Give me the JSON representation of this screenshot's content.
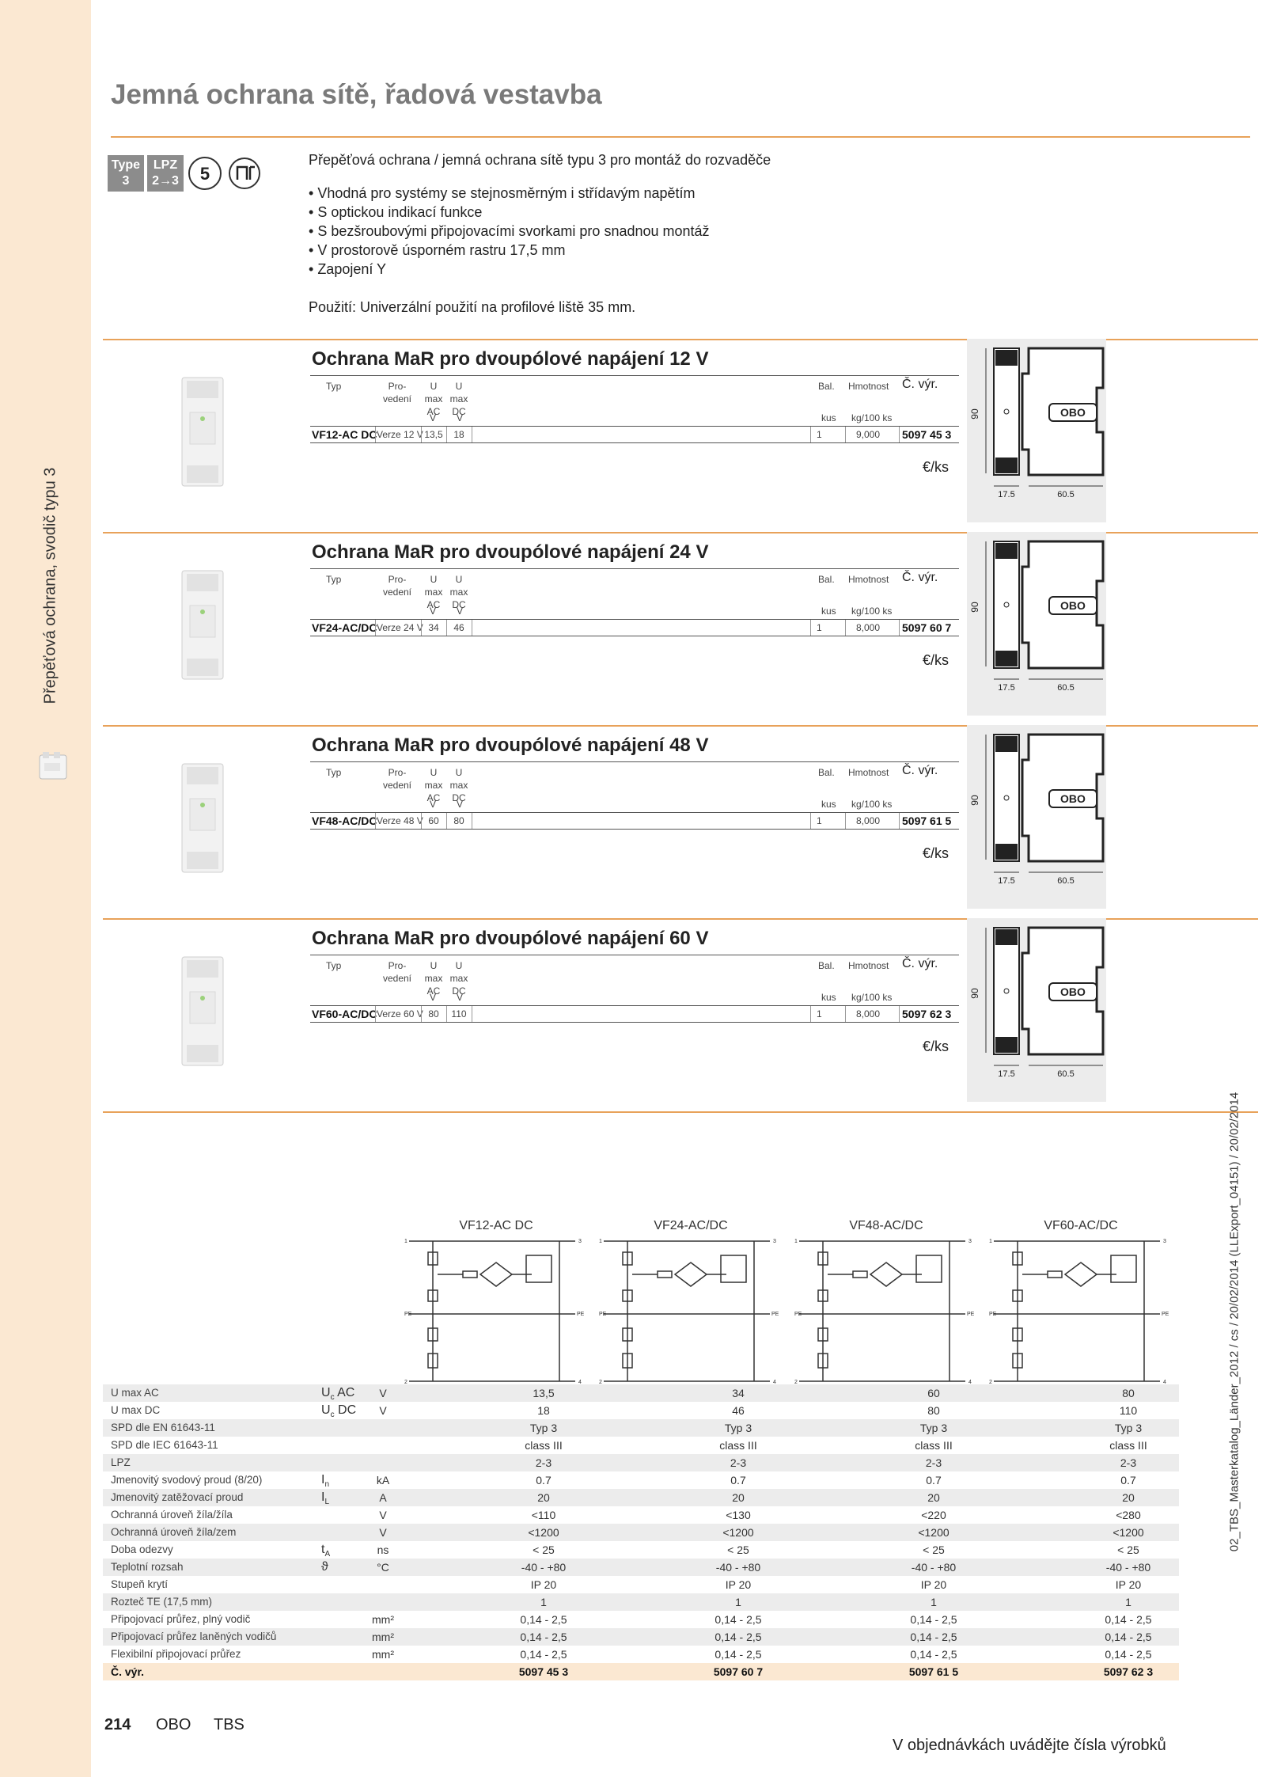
{
  "page": {
    "title": "Jemná ochrana sítě, řadová vestavba",
    "sidebar_text": "Přepěťová ochrana, svodič typu 3",
    "accent_color": "#e8a25a",
    "sidebar_color": "#fbe8d2"
  },
  "badges": {
    "type_label": "Type",
    "type_value": "3",
    "lpz_label": "LPZ",
    "lpz_value": "2→3"
  },
  "intro": {
    "headline": "Přepěťová ochrana / jemná ochrana sítě typu 3 pro montáž do rozvaděče",
    "bullets": [
      "Vhodná pro systémy se stejnosměrným i střídavým napětím",
      "S optickou indikací funkce",
      "S bezšroubovými připojovacími svorkami pro snadnou montáž",
      "V prostorově úsporném rastru 17,5 mm",
      "Zapojení Y"
    ],
    "usage": "Použití: Univerzální použití na profilové liště 35 mm."
  },
  "table_headers": {
    "typ": "Typ",
    "provedeni_1": "Pro-",
    "provedeni_2": "vedení",
    "umax_ac_1": "U max",
    "umax_ac_2": "AC",
    "umax_dc_1": "U max",
    "umax_dc_2": "DC",
    "bal": "Bal.",
    "hmotnost": "Hmotnost",
    "cislo_vyr": "Č. výr.",
    "unit_v1": "V",
    "unit_v2": "V",
    "unit_kus": "kus",
    "unit_kg": "kg/100 ks",
    "price_unit": "€/ks"
  },
  "dimensions": {
    "height": "90",
    "width_narrow": "17.5",
    "width_wide": "60.5"
  },
  "products": [
    {
      "title": "Ochrana MaR pro dvoupólové napájení 12 V",
      "typ": "VF12-AC DC",
      "provedeni": "Verze 12 V",
      "umax_ac": "13,5",
      "umax_dc": "18",
      "bal": "1",
      "hmotnost": "9,000",
      "cislo": "5097 45 3"
    },
    {
      "title": "Ochrana MaR pro dvoupólové napájení 24 V",
      "typ": "VF24-AC/DC",
      "provedeni": "Verze 24 V",
      "umax_ac": "34",
      "umax_dc": "46",
      "bal": "1",
      "hmotnost": "8,000",
      "cislo": "5097 60 7"
    },
    {
      "title": "Ochrana MaR pro dvoupólové napájení 48 V",
      "typ": "VF48-AC/DC",
      "provedeni": "Verze 48 V",
      "umax_ac": "60",
      "umax_dc": "80",
      "bal": "1",
      "hmotnost": "8,000",
      "cislo": "5097 61 5"
    },
    {
      "title": "Ochrana MaR pro dvoupólové napájení 60 V",
      "typ": "VF60-AC/DC",
      "provedeni": "Verze 60 V",
      "umax_ac": "80",
      "umax_dc": "110",
      "bal": "1",
      "hmotnost": "8,000",
      "cislo": "5097 62 3"
    }
  ],
  "circuits": [
    "VF12-AC DC",
    "VF24-AC/DC",
    "VF48-AC/DC",
    "VF60-AC/DC"
  ],
  "spec_rows": [
    {
      "label": "U max AC",
      "symbol": "U",
      "sub": "c",
      "symbol_suffix": " AC",
      "unit": "V",
      "values": [
        "13,5",
        "34",
        "60",
        "80"
      ]
    },
    {
      "label": "U max DC",
      "symbol": "U",
      "sub": "c",
      "symbol_suffix": " DC",
      "unit": "V",
      "values": [
        "18",
        "46",
        "80",
        "110"
      ]
    },
    {
      "label": "SPD dle EN 61643-11",
      "symbol": "",
      "sub": "",
      "symbol_suffix": "",
      "unit": "",
      "values": [
        "Typ 3",
        "Typ 3",
        "Typ 3",
        "Typ 3"
      ]
    },
    {
      "label": "SPD dle IEC 61643-11",
      "symbol": "",
      "sub": "",
      "symbol_suffix": "",
      "unit": "",
      "values": [
        "class III",
        "class III",
        "class III",
        "class III"
      ]
    },
    {
      "label": "LPZ",
      "symbol": "",
      "sub": "",
      "symbol_suffix": "",
      "unit": "",
      "values": [
        "2-3",
        "2-3",
        "2-3",
        "2-3"
      ]
    },
    {
      "label": "Jmenovitý svodový proud (8/20)",
      "symbol": "I",
      "sub": "n",
      "symbol_suffix": "",
      "unit": "kA",
      "values": [
        "0.7",
        "0.7",
        "0.7",
        "0.7"
      ]
    },
    {
      "label": "Jmenovitý zatěžovací proud",
      "symbol": "I",
      "sub": "L",
      "symbol_suffix": "",
      "unit": "A",
      "values": [
        "20",
        "20",
        "20",
        "20"
      ]
    },
    {
      "label": "Ochranná úroveň žíla/žíla",
      "symbol": "",
      "sub": "",
      "symbol_suffix": "",
      "unit": "V",
      "values": [
        "<110",
        "<130",
        "<220",
        "<280"
      ]
    },
    {
      "label": "Ochranná úroveň žíla/zem",
      "symbol": "",
      "sub": "",
      "symbol_suffix": "",
      "unit": "V",
      "values": [
        "<1200",
        "<1200",
        "<1200",
        "<1200"
      ]
    },
    {
      "label": "Doba odezvy",
      "symbol": "t",
      "sub": "A",
      "symbol_suffix": "",
      "unit": "ns",
      "values": [
        "< 25",
        "< 25",
        "< 25",
        "< 25"
      ]
    },
    {
      "label": "Teplotní rozsah",
      "symbol": "ϑ",
      "sub": "",
      "symbol_suffix": "",
      "unit": "°C",
      "values": [
        "-40 - +80",
        "-40 - +80",
        "-40 - +80",
        "-40 - +80"
      ]
    },
    {
      "label": "Stupeň krytí",
      "symbol": "",
      "sub": "",
      "symbol_suffix": "",
      "unit": "",
      "values": [
        "IP 20",
        "IP 20",
        "IP 20",
        "IP 20"
      ]
    },
    {
      "label": "Rozteč TE (17,5 mm)",
      "symbol": "",
      "sub": "",
      "symbol_suffix": "",
      "unit": "",
      "values": [
        "1",
        "1",
        "1",
        "1"
      ]
    },
    {
      "label": "Připojovací průřez, plný vodič",
      "symbol": "",
      "sub": "",
      "symbol_suffix": "",
      "unit": "mm²",
      "values": [
        "0,14 - 2,5",
        "0,14 - 2,5",
        "0,14 - 2,5",
        "0,14 - 2,5"
      ]
    },
    {
      "label": "Připojovací průřez laněných vodičů",
      "symbol": "",
      "sub": "",
      "symbol_suffix": "",
      "unit": "mm²",
      "values": [
        "0,14 - 2,5",
        "0,14 - 2,5",
        "0,14 - 2,5",
        "0,14 - 2,5"
      ]
    },
    {
      "label": "Flexibilní připojovací průřez",
      "symbol": "",
      "sub": "",
      "symbol_suffix": "",
      "unit": "mm²",
      "values": [
        "0,14 - 2,5",
        "0,14 - 2,5",
        "0,14 - 2,5",
        "0,14 - 2,5"
      ]
    }
  ],
  "spec_last": {
    "label": "Č. výr.",
    "values": [
      "5097 45 3",
      "5097 60 7",
      "5097 61 5",
      "5097 62 3"
    ]
  },
  "footer": {
    "page_number": "214",
    "brand": "OBO",
    "section": "TBS",
    "order_note": "V objednávkách uvádějte čísla výrobků",
    "doc_id": "02_TBS_Masterkatalog_Länder_2012 / cs / 20/02/2014 (LLExport_04151) / 20/02/2014"
  }
}
